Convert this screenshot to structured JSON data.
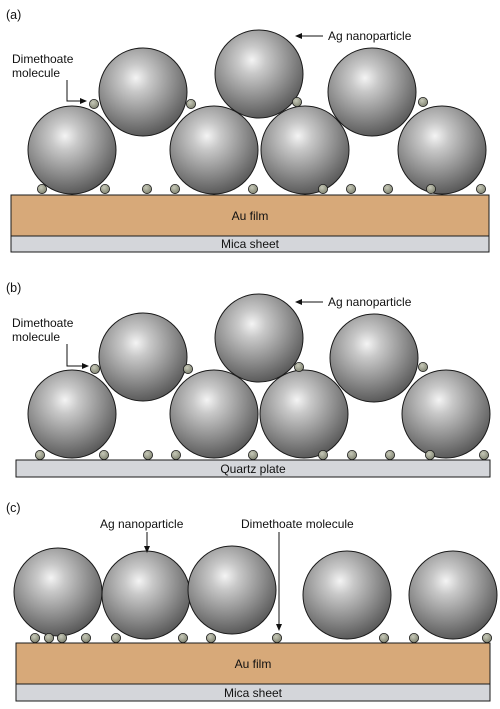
{
  "panels": [
    {
      "label": "(a)",
      "annotations": {
        "nanoparticle": "Ag nanoparticle",
        "molecule_line1": "Dimethoate",
        "molecule_line2": "molecule"
      },
      "layers": [
        "Au film",
        "Mica sheet"
      ]
    },
    {
      "label": "(b)",
      "annotations": {
        "nanoparticle": "Ag nanoparticle",
        "molecule_line1": "Dimethoate",
        "molecule_line2": "molecule"
      },
      "layers": [
        "Quartz plate"
      ]
    },
    {
      "label": "(c)",
      "annotations": {
        "nanoparticle": "Ag nanoparticle",
        "molecule": "Dimethoate molecule"
      },
      "layers": [
        "Au film",
        "Mica sheet"
      ]
    }
  ],
  "colors": {
    "au_film": "#d7a979",
    "mica_sheet": "#d4d6da",
    "quartz_plate": "#d4d6da",
    "nanoparticle_dark": "#5a5a5a",
    "nanoparticle_light": "#f2f2f2",
    "molecule": "#8c8f7c",
    "outline": "#1a1a1a"
  },
  "icons": [
    "arrow-icon"
  ]
}
